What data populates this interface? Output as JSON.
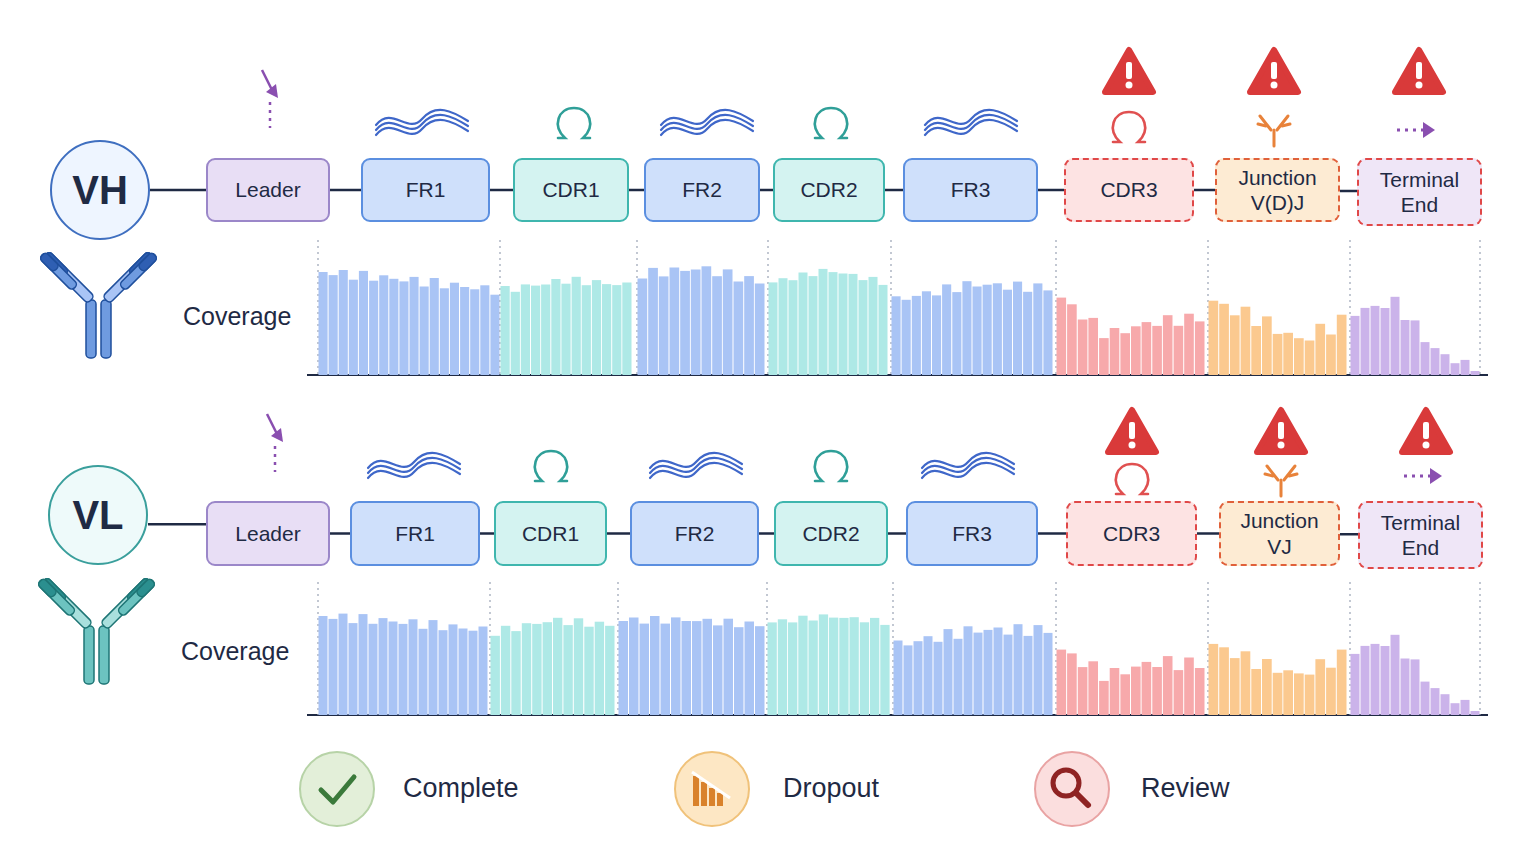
{
  "diagram": {
    "nodes": [
      {
        "text": [
          "VH"
        ]
      },
      {
        "text": [
          "Leader"
        ]
      },
      {
        "text": [
          "FR1"
        ]
      },
      {
        "text": [
          "CDR1"
        ]
      },
      {
        "text": [
          "FR2"
        ]
      },
      {
        "text": [
          "CDR2"
        ]
      },
      {
        "text": [
          "FR3"
        ]
      },
      {
        "text": [
          "CDR3"
        ]
      },
      {
        "text": [
          "Junction V(D)J"
        ]
      },
      {
        "text": [
          "Terminal End"
        ]
      },
      {
        "text": [
          "VL"
        ]
      },
      {
        "text": [
          "Leader"
        ]
      },
      {
        "text": [
          "FR1"
        ]
      },
      {
        "text": [
          "CDR1"
        ]
      },
      {
        "text": [
          "FR2"
        ]
      },
      {
        "text": [
          "CDR2"
        ]
      },
      {
        "text": [
          "FR3"
        ]
      },
      {
        "text": [
          "CDR3"
        ]
      },
      {
        "text": [
          "Junction VJ"
        ]
      },
      {
        "text": [
          "Terminal End"
        ]
      }
    ],
    "edges": [
      {
        "from": 0,
        "to": 1,
        "arrow": "none"
      },
      {
        "from": 1,
        "to": 2,
        "arrow": "none"
      },
      {
        "from": 2,
        "to": 3,
        "arrow": "none"
      },
      {
        "from": 3,
        "to": 4,
        "arrow": "none"
      },
      {
        "from": 4,
        "to": 5,
        "arrow": "none"
      },
      {
        "from": 5,
        "to": 6,
        "arrow": "none"
      },
      {
        "from": 6,
        "to": 7,
        "arrow": "none"
      },
      {
        "from": 7,
        "to": 8,
        "arrow": "none"
      },
      {
        "from": 8,
        "to": 9,
        "arrow": "none"
      },
      {
        "from": 10,
        "to": 11,
        "arrow": "none"
      },
      {
        "from": 11,
        "to": 12,
        "arrow": "none"
      },
      {
        "from": 12,
        "to": 13,
        "arrow": "none"
      },
      {
        "from": 13,
        "to": 14,
        "arrow": "none"
      },
      {
        "from": 14,
        "to": 15,
        "arrow": "none"
      },
      {
        "from": 15,
        "to": 16,
        "arrow": "none"
      },
      {
        "from": 16,
        "to": 17,
        "arrow": "none"
      },
      {
        "from": 17,
        "to": 18,
        "arrow": "none"
      },
      {
        "from": 18,
        "to": 19,
        "arrow": "none"
      }
    ],
    "labels": [
      "Coverage",
      "Coverage"
    ],
    "legend": [
      {
        "text": "Complete"
      },
      {
        "text": "Dropout"
      },
      {
        "text": "Review"
      }
    ]
  }
}
